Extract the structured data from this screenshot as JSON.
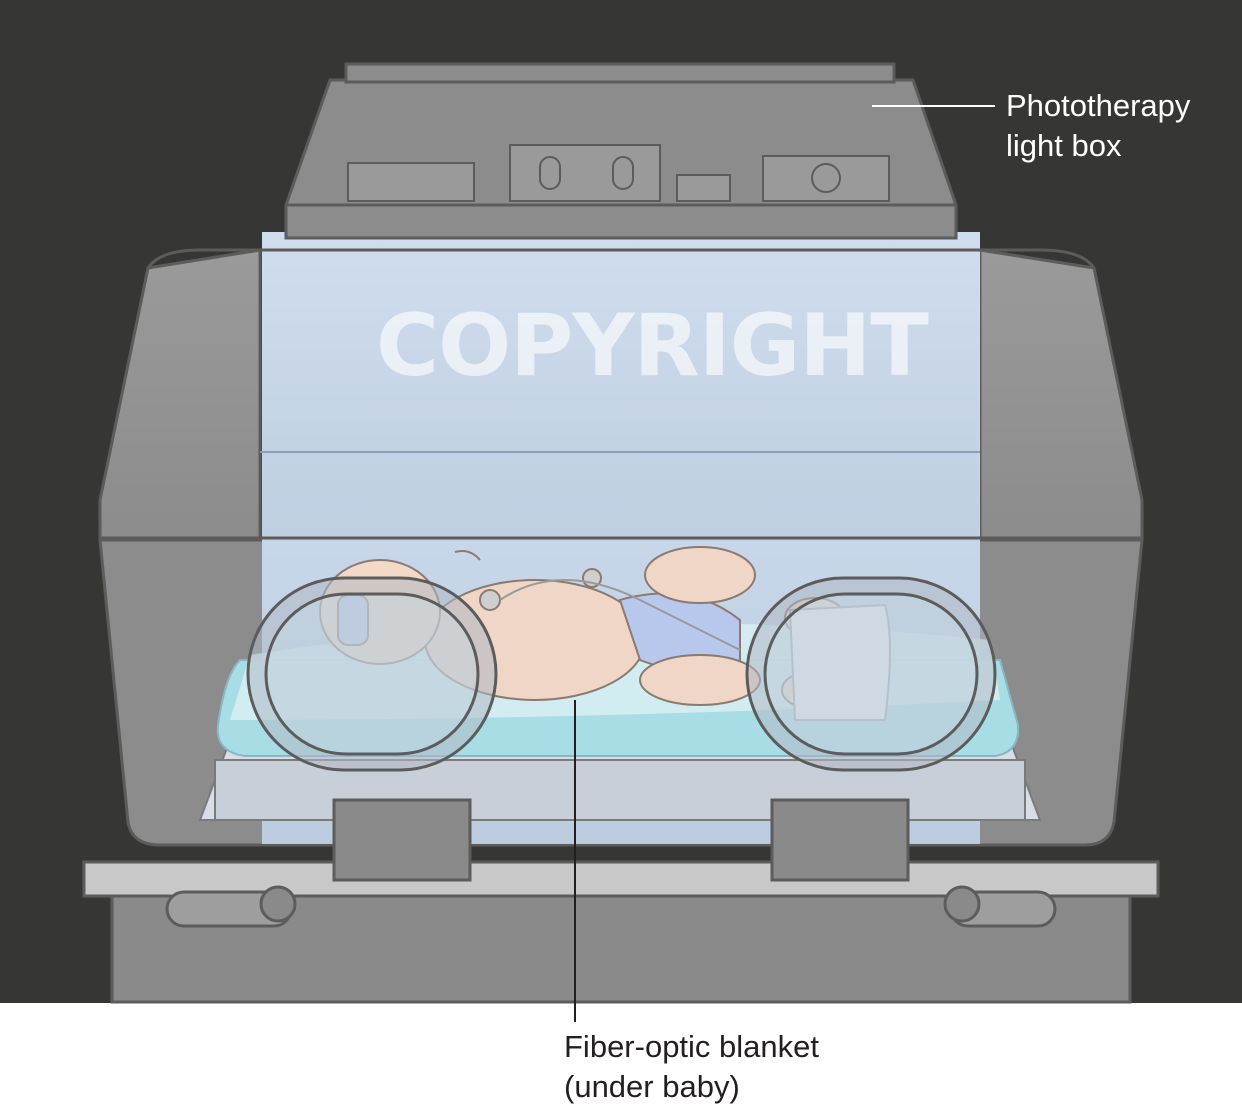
{
  "labels": {
    "light_box": {
      "line1": "Phototherapy",
      "line2": "light box"
    },
    "blanket": {
      "line1": "Fiber-optic blanket",
      "line2": "(under baby)"
    }
  },
  "watermark": "COPYRIGHT",
  "colors": {
    "background_dark": "#363634",
    "device_gray": "#8a8a8a",
    "light_glow": "#c8dcf2",
    "blanket_blue": "#a8dde6",
    "skin": "#f2d9c8",
    "diaper": "#b8c8ec",
    "label_text_dark": "#231f20",
    "label_text_light": "#ffffff"
  }
}
